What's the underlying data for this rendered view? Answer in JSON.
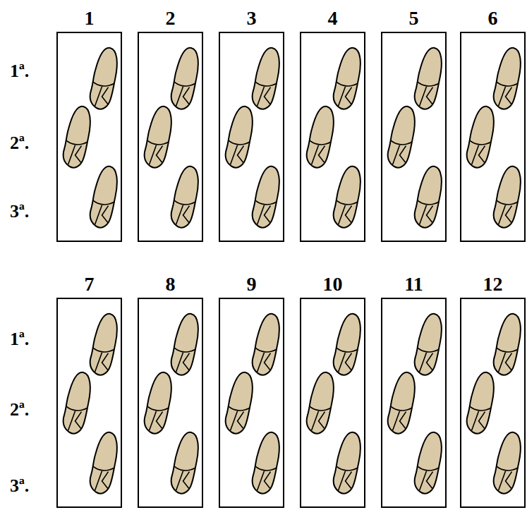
{
  "diagram": {
    "nodes": [
      {
        "text": [
          "1"
        ]
      },
      {
        "text": [
          "2"
        ]
      },
      {
        "text": [
          "3"
        ]
      },
      {
        "text": [
          "4"
        ]
      },
      {
        "text": [
          "5"
        ]
      },
      {
        "text": [
          "6"
        ]
      },
      {
        "text": [
          "7"
        ]
      },
      {
        "text": [
          "8"
        ]
      },
      {
        "text": [
          "9"
        ]
      },
      {
        "text": [
          "10"
        ]
      },
      {
        "text": [
          "11"
        ]
      },
      {
        "text": [
          "12"
        ]
      }
    ],
    "labels": [
      "1ª.",
      "2ª.",
      "3ª.",
      "1ª.",
      "2ª.",
      "3ª."
    ]
  }
}
